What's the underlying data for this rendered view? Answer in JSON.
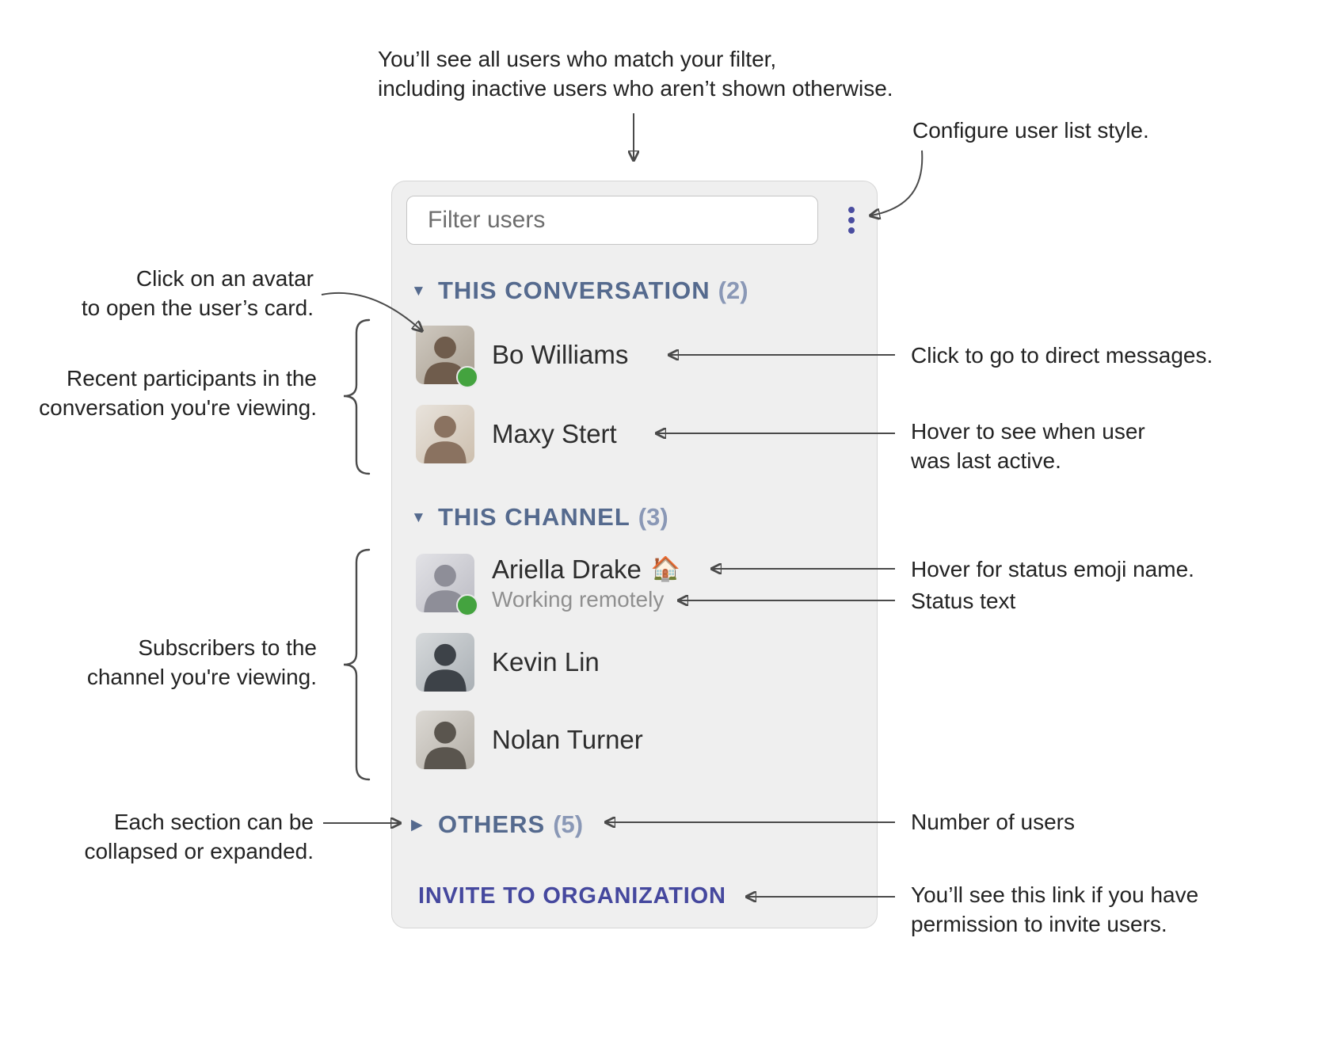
{
  "annotations": {
    "filter_note": "You’ll see all users who match your filter,\nincluding inactive users who aren’t shown otherwise.",
    "configure_note": "Configure user list style.",
    "avatar_note": "Click on an avatar\nto open the user’s card.",
    "recent_participants_note": "Recent participants in the\nconversation you're viewing.",
    "direct_messages_note": "Click to go to direct messages.",
    "last_active_note": "Hover to see when user\nwas last active.",
    "status_emoji_note": "Hover for status emoji name.",
    "status_text_note": "Status text",
    "subscribers_note": "Subscribers to the\nchannel you're viewing.",
    "collapse_note": "Each section can be\ncollapsed or expanded.",
    "user_count_note": "Number of users",
    "invite_note": "You’ll see this link if you have\npermission to invite users."
  },
  "panel": {
    "filter": {
      "placeholder": "Filter users"
    },
    "icons": {
      "expanded": "▼",
      "collapsed": "▶"
    },
    "sections": [
      {
        "title": "THIS CONVERSATION",
        "count": "(2)",
        "collapsed": false,
        "users": [
          {
            "name": "Bo Williams",
            "online": true
          },
          {
            "name": "Maxy Stert",
            "online": false
          }
        ]
      },
      {
        "title": "THIS CHANNEL",
        "count": "(3)",
        "collapsed": false,
        "users": [
          {
            "name": "Ariella Drake",
            "status_emoji": "🏠",
            "status_text": "Working remotely",
            "online": true
          },
          {
            "name": "Kevin Lin",
            "online": false
          },
          {
            "name": "Nolan Turner",
            "online": false
          }
        ]
      },
      {
        "title": "OTHERS",
        "count": "(5)",
        "collapsed": true,
        "users": []
      }
    ],
    "invite_label": "INVITE TO ORGANIZATION"
  },
  "colors": {
    "section_header": "#556a8e",
    "section_count": "#8a98b6",
    "accent_indigo": "#45489e",
    "presence_green": "#44a33f",
    "panel_background": "#efefef"
  }
}
